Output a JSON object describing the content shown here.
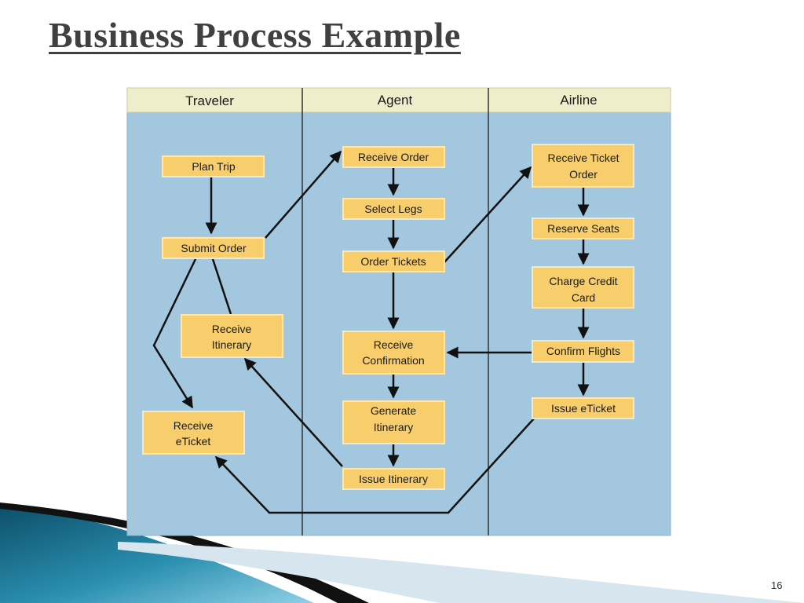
{
  "slide": {
    "title": "Business Process Example",
    "page_number": "16"
  },
  "colors": {
    "lane_background": "#a2c7df",
    "header_background": "#eeeecb",
    "box_fill": "#f8cd6c",
    "box_border": "#fbe8b4",
    "arrow": "#111111",
    "title_text": "#404040"
  },
  "lanes": [
    {
      "id": "traveler",
      "label": "Traveler"
    },
    {
      "id": "agent",
      "label": "Agent"
    },
    {
      "id": "airline",
      "label": "Airline"
    }
  ],
  "steps": [
    {
      "id": "plan_trip",
      "lane": "traveler",
      "lines": [
        "Plan Trip"
      ]
    },
    {
      "id": "submit_order",
      "lane": "traveler",
      "lines": [
        "Submit Order"
      ]
    },
    {
      "id": "receive_itinerary",
      "lane": "traveler",
      "lines": [
        "Receive",
        "Itinerary"
      ]
    },
    {
      "id": "receive_eticket",
      "lane": "traveler",
      "lines": [
        "Receive",
        "eTicket"
      ]
    },
    {
      "id": "receive_order",
      "lane": "agent",
      "lines": [
        "Receive Order"
      ]
    },
    {
      "id": "select_legs",
      "lane": "agent",
      "lines": [
        "Select Legs"
      ]
    },
    {
      "id": "order_tickets",
      "lane": "agent",
      "lines": [
        "Order Tickets"
      ]
    },
    {
      "id": "receive_confirmation",
      "lane": "agent",
      "lines": [
        "Receive",
        "Confirmation"
      ]
    },
    {
      "id": "generate_itinerary",
      "lane": "agent",
      "lines": [
        "Generate",
        "Itinerary"
      ]
    },
    {
      "id": "issue_itinerary",
      "lane": "agent",
      "lines": [
        "Issue Itinerary"
      ]
    },
    {
      "id": "receive_ticket_order",
      "lane": "airline",
      "lines": [
        "Receive Ticket",
        "Order"
      ]
    },
    {
      "id": "reserve_seats",
      "lane": "airline",
      "lines": [
        "Reserve Seats"
      ]
    },
    {
      "id": "charge_credit_card",
      "lane": "airline",
      "lines": [
        "Charge Credit",
        "Card"
      ]
    },
    {
      "id": "confirm_flights",
      "lane": "airline",
      "lines": [
        "Confirm Flights"
      ]
    },
    {
      "id": "issue_eticket",
      "lane": "airline",
      "lines": [
        "Issue eTicket"
      ]
    }
  ],
  "flows": [
    {
      "from": "plan_trip",
      "to": "submit_order"
    },
    {
      "from": "submit_order",
      "to": "receive_order"
    },
    {
      "from": "receive_order",
      "to": "select_legs"
    },
    {
      "from": "select_legs",
      "to": "order_tickets"
    },
    {
      "from": "order_tickets",
      "to": "receive_ticket_order"
    },
    {
      "from": "order_tickets",
      "to": "receive_confirmation"
    },
    {
      "from": "receive_ticket_order",
      "to": "reserve_seats"
    },
    {
      "from": "reserve_seats",
      "to": "charge_credit_card"
    },
    {
      "from": "charge_credit_card",
      "to": "confirm_flights"
    },
    {
      "from": "confirm_flights",
      "to": "receive_confirmation"
    },
    {
      "from": "confirm_flights",
      "to": "issue_eticket"
    },
    {
      "from": "receive_confirmation",
      "to": "generate_itinerary"
    },
    {
      "from": "generate_itinerary",
      "to": "issue_itinerary"
    },
    {
      "from": "issue_itinerary",
      "to": "receive_itinerary"
    },
    {
      "from": "issue_eticket",
      "to": "receive_eticket"
    },
    {
      "from": "submit_order",
      "to": "receive_itinerary"
    },
    {
      "from": "submit_order",
      "to": "receive_eticket"
    }
  ]
}
